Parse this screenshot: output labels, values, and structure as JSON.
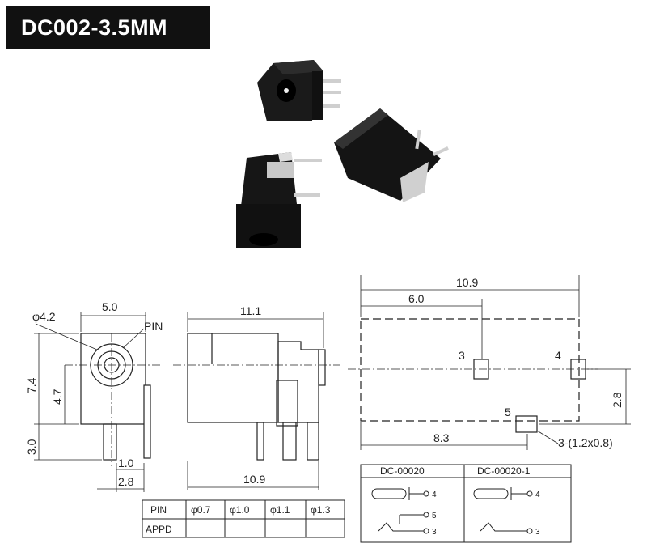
{
  "title": "DC002-3.5MM",
  "front_view": {
    "hole_dia": "φ4.2",
    "width": "5.0",
    "pin_label": "PIN",
    "height": "7.4",
    "center_height": "4.7",
    "pin_length": "3.0",
    "pin_gap": "1.0",
    "pin_offset": "2.8"
  },
  "side_view": {
    "body_length": "11.1",
    "pin_span": "10.9"
  },
  "footprint": {
    "total_length": "10.9",
    "pin3_x": "6.0",
    "pin3_label": "3",
    "pin4_label": "4",
    "pin5_label": "5",
    "pin5_x": "8.3",
    "pin_spacing": "2.8",
    "pad_note": "3-(1.2x0.8)"
  },
  "pin_table": {
    "headers": [
      "PIN",
      "φ0.7",
      "φ1.0",
      "φ1.1",
      "φ1.3"
    ],
    "row_label": "APPD"
  },
  "schematic_table": {
    "col1": "DC-00020",
    "col2": "DC-00020-1",
    "pins_col1": [
      "4",
      "5",
      "3"
    ],
    "pins_col2": [
      "4",
      "3"
    ]
  }
}
